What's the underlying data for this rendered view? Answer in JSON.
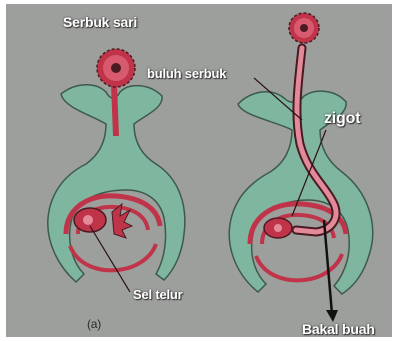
{
  "labels": {
    "serbuk_sari": "Serbuk sari",
    "buluh_serbuk": "buluh serbuk",
    "zigot": "zigot",
    "sel_telur": "Sel telur",
    "panel_a": "(a)",
    "bakal_buah": "Bakal buah"
  },
  "colors": {
    "background": "#9d9f9c",
    "ovary_green": "#7fb6a0",
    "outline": "#4a1a22",
    "tube_red": "#c0344a",
    "tube_pink": "#e28a9a"
  }
}
